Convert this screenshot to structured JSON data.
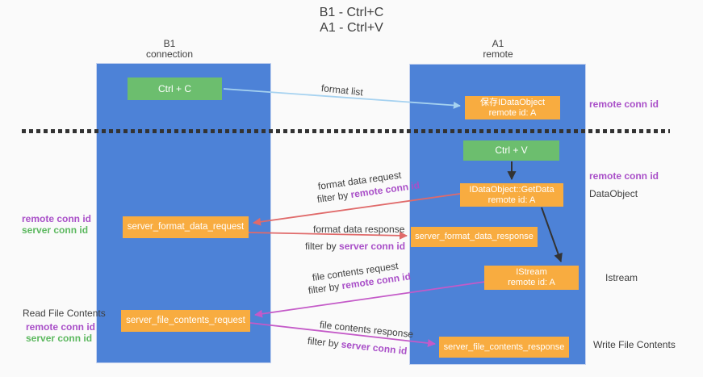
{
  "title": {
    "line1": "B1 - Ctrl+C",
    "line2": "A1 - Ctrl+V"
  },
  "columns": {
    "left": {
      "name": "B1",
      "role": "connection"
    },
    "right": {
      "name": "A1",
      "role": "remote"
    }
  },
  "boxes": {
    "ctrl_c": {
      "label": "Ctrl + C"
    },
    "ctrl_v": {
      "label": "Ctrl + V"
    },
    "save_dataobject": {
      "line1": "保存IDataObject",
      "line2": "remote id: A"
    },
    "getdata": {
      "line1": "IDataObject::GetData",
      "line2": "remote id: A"
    },
    "istream": {
      "line1": "IStream",
      "line2": "remote id: A"
    },
    "format_request": {
      "label": "server_format_data_request"
    },
    "format_response": {
      "label": "server_format_data_response"
    },
    "file_request": {
      "label": "server_file_contents_request"
    },
    "file_response": {
      "label": "server_file_contents_response"
    }
  },
  "flow_labels": {
    "format_list": "format list",
    "format_request": {
      "message": "format data request",
      "filter_prefix": "filter by",
      "filter_key": "remote conn id"
    },
    "format_response": {
      "message": "format data response",
      "filter_prefix": "filter by",
      "filter_key": "server conn id"
    },
    "file_request": {
      "message": "file contents request",
      "filter_prefix": "filter by",
      "filter_key": "remote conn id"
    },
    "file_response": {
      "message": "file contents response",
      "filter_prefix": "filter by",
      "filter_key": "server conn id"
    }
  },
  "side_labels": {
    "right_top_remote_conn_id": "remote conn id",
    "right_mid_remote_conn_id": "remote conn id",
    "dataobject": "DataObject",
    "istream": "Istream",
    "write_file_contents": "Write File Contents",
    "left_format_remote_conn_id": "remote conn id",
    "left_format_server_conn_id": "server conn id",
    "read_file_contents": "Read File Contents",
    "left_file_remote_conn_id": "remote conn id",
    "left_file_server_conn_id": "server conn id"
  },
  "colors": {
    "lifeline_blue": "#4D82D7",
    "box_orange": "#F8AC40",
    "box_green": "#6CBE6E",
    "purple_text": "#A94FC8",
    "green_text": "#5CB85F",
    "arrow_red": "#E06A6A",
    "arrow_magenta": "#C45AC8",
    "arrow_lightblue": "#A6D2F0",
    "arrow_black": "#333333",
    "text_dark": "#3F3F3F",
    "background": "#FAFAFA"
  }
}
